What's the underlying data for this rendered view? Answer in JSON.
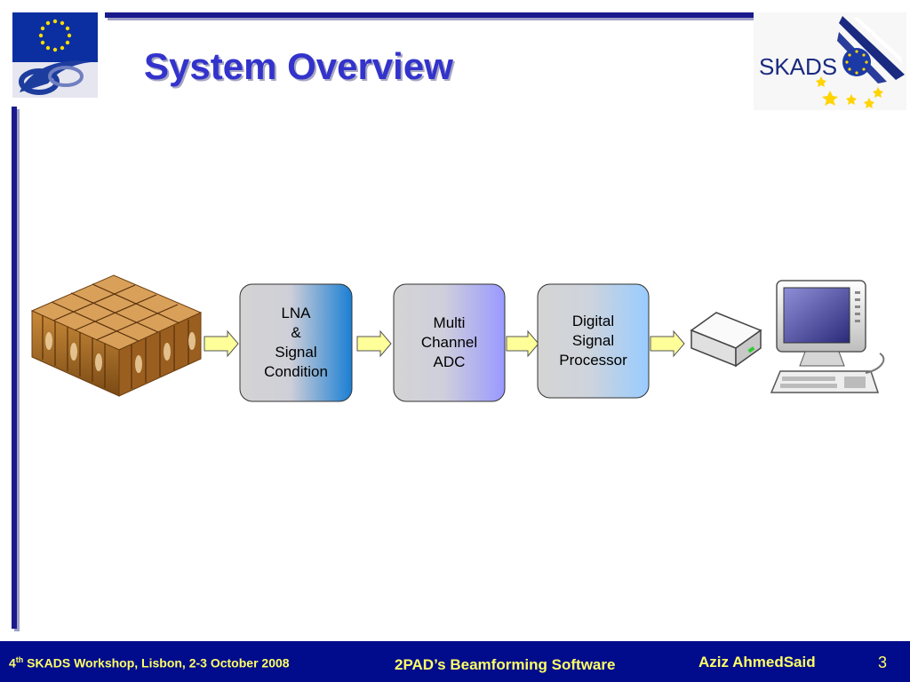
{
  "slide": {
    "title": "System Overview",
    "page_number": "3"
  },
  "logos": {
    "skads_text": "SKADS"
  },
  "diagram": {
    "blocks": [
      {
        "id": "lna",
        "label": "LNA\n&\nSignal\nCondition"
      },
      {
        "id": "adc",
        "label": "Multi\nChannel\nADC"
      },
      {
        "id": "dsp",
        "label": "Digital\nSignal\nProcessor"
      }
    ],
    "icons": [
      "antenna-array-icon",
      "storage-drive-icon",
      "computer-icon"
    ],
    "colors": {
      "arrow_fill": "#ffff99",
      "lna_gradient": [
        "#d4d4d4",
        "#1a7fd4"
      ],
      "adc_gradient": [
        "#d4d4d4",
        "#9999ff"
      ],
      "dsp_gradient": [
        "#d4d4d4",
        "#99ccff"
      ]
    }
  },
  "footer": {
    "workshop_ordinal": "4",
    "workshop_suffix": "th",
    "workshop_rest": " SKADS Workshop, Lisbon, 2-3 October 2008",
    "center": "2PAD’s Beamforming Software",
    "author": "Aziz AhmedSaid"
  },
  "colors": {
    "title": "#3333cc",
    "rule": "#1a1a8c",
    "footer_bg": "#000c8c",
    "footer_text": "#ffff66"
  }
}
